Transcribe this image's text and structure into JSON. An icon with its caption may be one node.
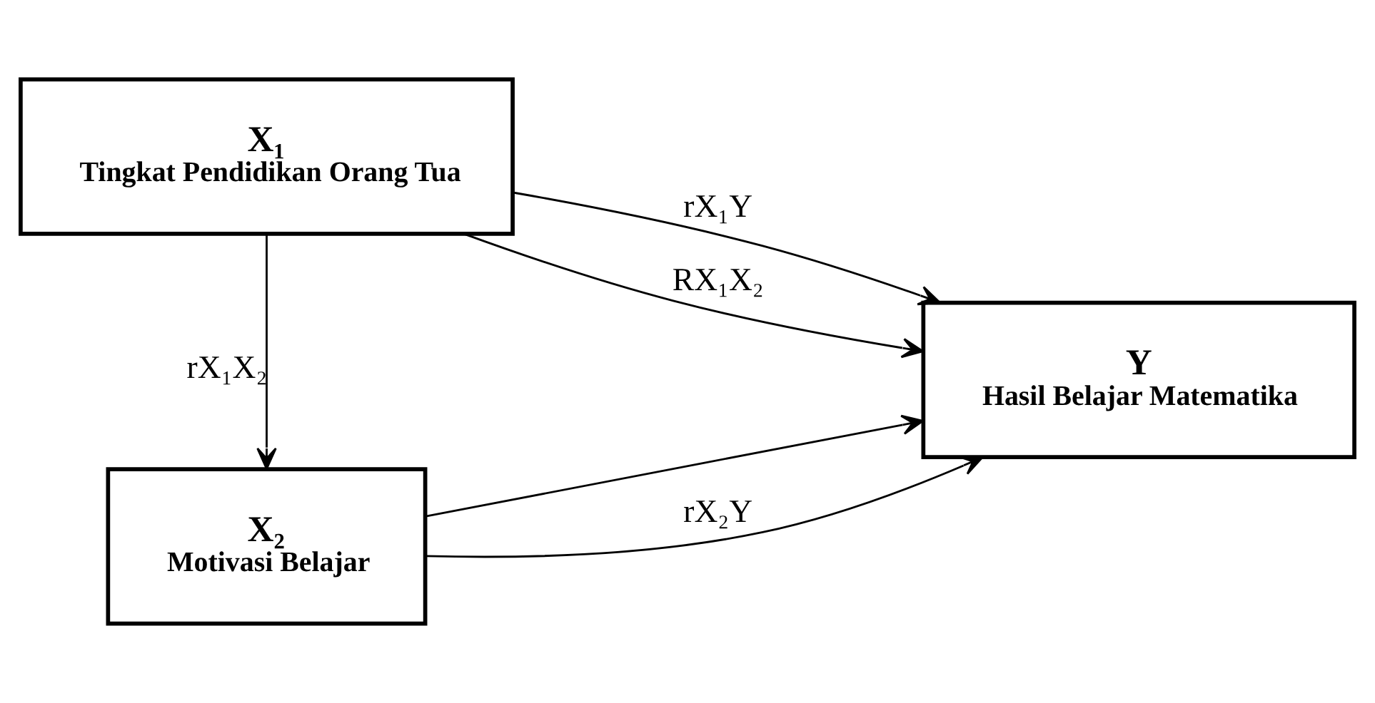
{
  "diagram": {
    "nodes": [
      {
        "text": [
          "X₁",
          "Tingkat Pendidikan Orang Tua"
        ]
      },
      {
        "text": [
          "X₂",
          "Motivasi Belajar"
        ]
      },
      {
        "text": [
          "Y",
          "Hasil Belajar Matematika"
        ]
      }
    ],
    "edges": [
      {
        "from": 0,
        "to": 2,
        "arrow": "to",
        "label": "rX₁Y"
      },
      {
        "from": 0,
        "to": 1,
        "arrow": "to",
        "label": "rX₁X₂"
      },
      {
        "from": 0,
        "to": 2,
        "arrow": "to",
        "label": "RX₁X₂"
      },
      {
        "from": 1,
        "to": 2,
        "arrow": "to"
      },
      {
        "from": 1,
        "to": 2,
        "arrow": "to",
        "label": "rX₂Y"
      }
    ]
  }
}
